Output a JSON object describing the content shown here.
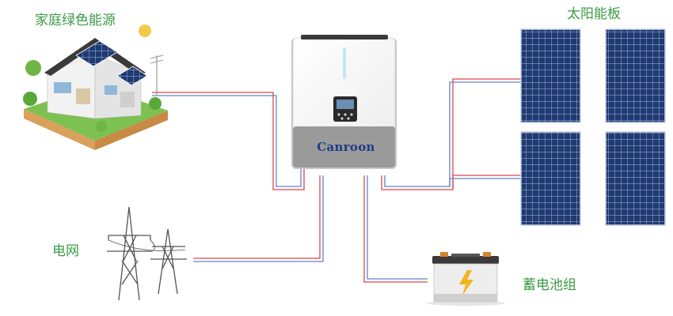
{
  "labels": {
    "home": "家庭绿色能源",
    "solar": "太阳能板",
    "grid": "电网",
    "battery": "蓄电池组"
  },
  "inverter": {
    "brand": "Canroon"
  },
  "icons": {
    "house": "house-icon",
    "sun": "sun-icon",
    "inverter": "inverter-icon",
    "solar_panels": "solar-panel-icon",
    "power_tower": "power-tower-icon",
    "battery": "battery-icon",
    "lightning": "lightning-icon"
  },
  "colors": {
    "label_green": "#3a9a45",
    "brand_blue": "#1f3a8a",
    "wire_red": "#e0454b",
    "wire_blue": "#5a88c8",
    "panel_blue": "#1f3a73",
    "inverter_gray": "#9a9a9a",
    "sun": "#f3c84b"
  }
}
